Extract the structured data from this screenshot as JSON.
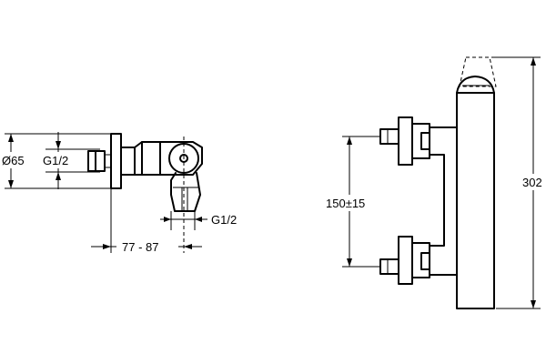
{
  "dimensions": {
    "diameter": "Ø65",
    "inlet_thread": "G1/2",
    "outlet_thread": "G1/2",
    "wall_distance": "77 - 87",
    "inlet_spacing": "150±15",
    "total_height": "302"
  },
  "colors": {
    "line": "#000000",
    "background": "#ffffff"
  }
}
